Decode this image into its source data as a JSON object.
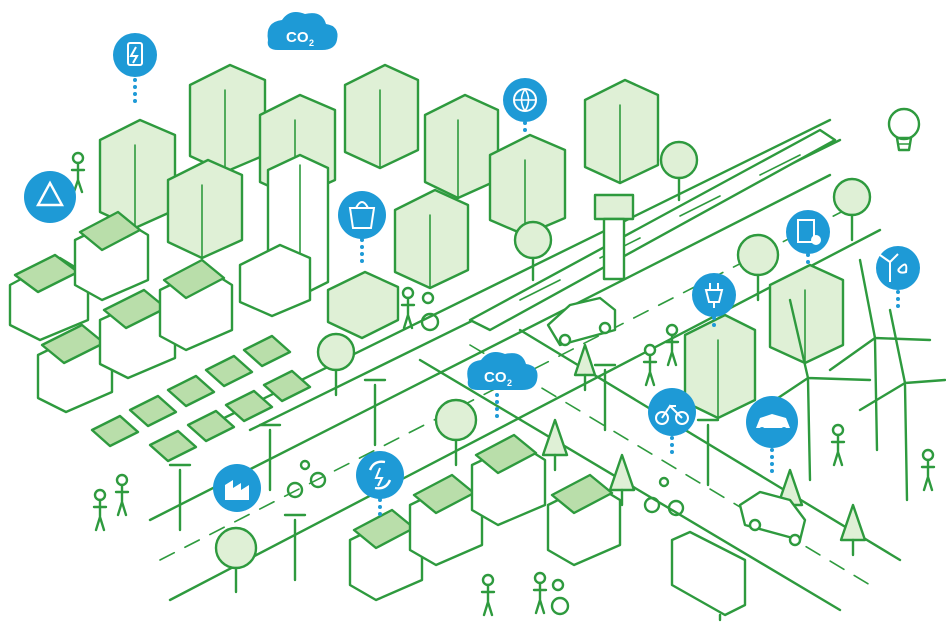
{
  "labels": {
    "co2_top": "CO",
    "co2_top_sub": "2",
    "co2_mid": "CO",
    "co2_mid_sub": "2"
  },
  "colors": {
    "outline_green": "#2e9a3e",
    "building_fill": "#dff0d6",
    "panel_fill": "#b9deaa",
    "badge_blue": "#1e9ad6"
  },
  "icons": [
    "battery-icon",
    "co2-cloud-icon",
    "globe-icon",
    "recycle-icon",
    "shopping-bag-icon",
    "document-leaf-icon",
    "plug-icon",
    "wind-leaf-icon",
    "bicycle-icon",
    "electric-car-icon",
    "factory-icon",
    "renewable-cycle-icon",
    "lightbulb-icon"
  ]
}
